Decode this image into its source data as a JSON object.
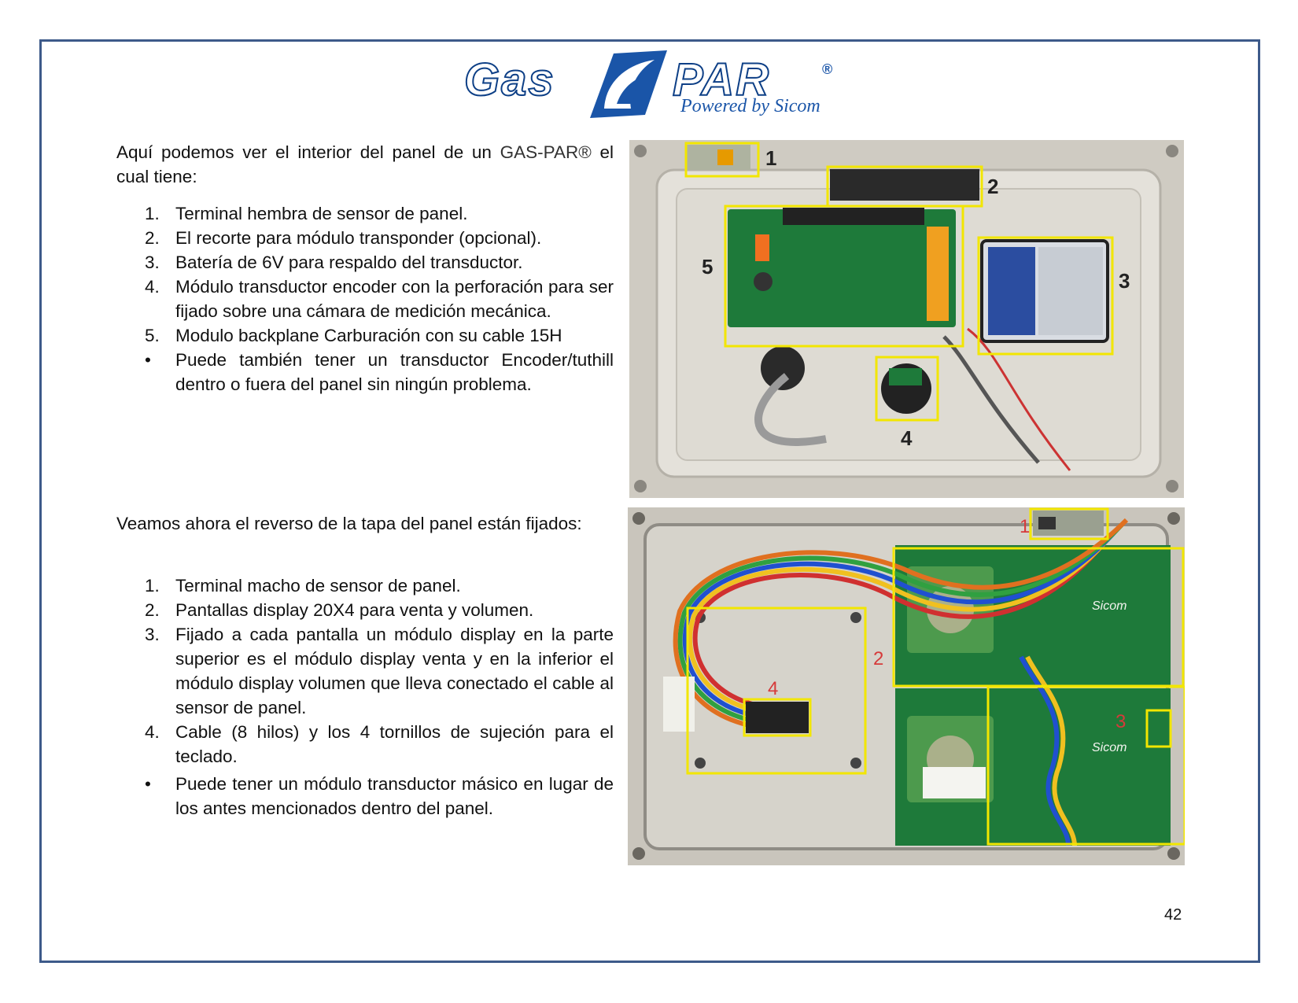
{
  "logo": {
    "left_word": "Gas",
    "right_word": "PAR",
    "registered": "®",
    "tagline": "Powered by Sicom"
  },
  "section1": {
    "intro_prefix": "Aquí podemos ver el interior del panel de un ",
    "intro_brand": "GAS-PAR®",
    "intro_suffix": " el cual tiene:",
    "items": [
      {
        "marker": "1.",
        "text": "Terminal hembra de sensor de panel."
      },
      {
        "marker": "2.",
        "text": "El recorte para módulo transponder (opcional)."
      },
      {
        "marker": "3.",
        "text": "Batería de 6V para respaldo del transductor."
      },
      {
        "marker": "4.",
        "text": "Módulo transductor encoder con la perforación para ser fijado sobre una cámara de medición mecánica."
      },
      {
        "marker": "5.",
        "text": "Modulo backplane Carburación con su cable 15H"
      },
      {
        "marker": "•",
        "text": "Puede también tener un transductor Encoder/tuthill dentro o fuera del panel sin ningún problema."
      }
    ],
    "photo_labels": [
      "1",
      "2",
      "3",
      "4",
      "5"
    ]
  },
  "section2": {
    "intro": "Veamos ahora el reverso de la tapa del panel están fijados:",
    "items": [
      {
        "marker": "1.",
        "text": "Terminal macho de sensor de panel."
      },
      {
        "marker": "2.",
        "text": "Pantallas display 20X4 para venta y volumen."
      },
      {
        "marker": "3.",
        "text": "Fijado a cada pantalla un módulo display en la parte superior es el módulo display venta y en la inferior el módulo display volumen que lleva conectado el cable al sensor de panel."
      },
      {
        "marker": "4.",
        "text": "Cable (8 hilos) y los 4 tornillos de sujeción para el teclado."
      },
      {
        "marker": "•",
        "text": "Puede tener un módulo transductor másico en lugar de los antes mencionados dentro del panel."
      }
    ],
    "photo_labels": [
      "1",
      "2",
      "3",
      "4"
    ],
    "board_brand": "Sicom"
  },
  "page_number": "42",
  "colors": {
    "frame": "#3d5a8a",
    "logo_blue": "#1a55a8",
    "highlight_yellow": "#f2e600",
    "label_red": "#d63a3a",
    "pcb_green": "#1e7a3a"
  }
}
